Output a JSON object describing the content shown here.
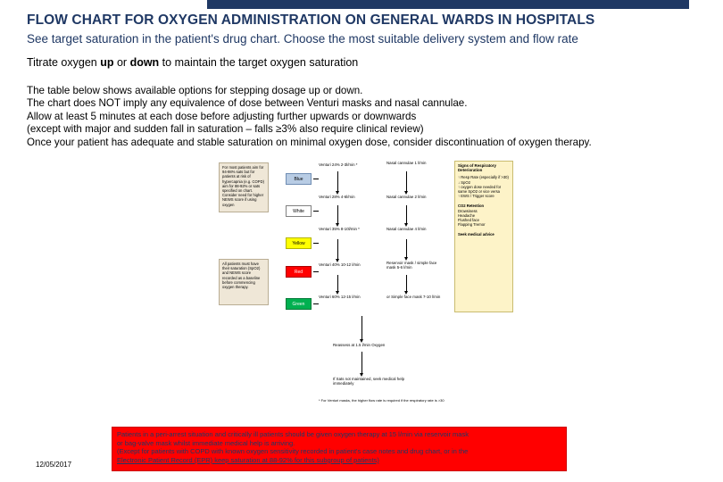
{
  "header": {
    "title": "FLOW CHART FOR OXYGEN ADMINISTRATION ON GENERAL WARDS IN HOSPITALS",
    "subtitle": "See target saturation in the patient's drug chart.  Choose the most suitable delivery system and flow rate"
  },
  "titrate": {
    "pre": "Titrate oxygen ",
    "up": "up",
    "mid": " or ",
    "down": "down",
    "post": " to maintain the target oxygen saturation"
  },
  "body": [
    "The table below shows available options for stepping dosage up or down.",
    "The chart does NOT imply any equivalence of dose between Venturi masks and nasal cannulae.",
    "Allow at least 5 minutes at each dose before adjusting further upwards or downwards",
    "(except with major and sudden fall in saturation – falls ≥3% also require clinical review)",
    "Once your patient has adequate and stable saturation on minimal oxygen dose, consider discontinuation of oxygen therapy."
  ],
  "chart": {
    "left_note": "For most patients aim for 94-98% sats but for patients at risk of hypercapnia (e.g. COPD) aim for 88-92% or sats specified on chart.  Consider need for higher NEWS score if using oxygen",
    "left_note2": "All patients must have their saturation (SpO2) and NEWS score recorded as a baseline before commencing oxygen therapy.",
    "steps": [
      {
        "label": "Blue",
        "type": "blue"
      },
      {
        "label": "White",
        "type": "white"
      },
      {
        "label": "Yellow",
        "type": "yellow"
      },
      {
        "label": "Red",
        "type": "red"
      },
      {
        "label": "Green",
        "type": "green"
      }
    ],
    "venturi": [
      "Venturi 24% 2-3l/min *",
      "Venturi 28% 4-6l/min",
      "Venturi 35% 8-10l/min *",
      "Venturi 40% 10-12 l/min",
      "Venturi 60% 12-15 l/min"
    ],
    "nasal": [
      "Nasal cannulae 1 l/min",
      "Nasal cannulae 2 l/min",
      "Nasal cannulae 4 l/min",
      "Reservoir mask / simple face mask 5-6 l/min",
      "or Simple face mask 7-10 l/min"
    ],
    "escalation_title": "Signs of Respiratory Deterioration",
    "escalation_items": [
      "↑ Resp Rate (especially if >30)",
      "↓ SpO2",
      "↑ oxygen dose needed for same SpO2 or vice versa",
      "↑ EWS / Trigger score"
    ],
    "co2_title": "CO2 Retention",
    "co2_items": [
      "Drowsiness",
      "Headache",
      "Flushed face",
      "Flapping Tremor"
    ],
    "seek": "Seek medical advice",
    "reassess": "Reassess at 1.5 l/min Oxygen",
    "ifsats": "If Sats not maintained, seek medical help immediately",
    "footnote": "* For Venturi masks, the higher flow rate is required if the respiratory rate is >30"
  },
  "warning": {
    "line1": "Patients in a peri-arrest situation and critically ill patients should be given oxygen therapy at 15 l/min via reservoir mask",
    "line2": "or bag-valve mask whilst immediate medical help is arriving.",
    "line3": "(Except for patients with COPD with known oxygen sensitivity recorded in patient's case notes and drug chart, or in the",
    "line4_u": "Electronic Patient Record (EPR) keep saturation at 88-92% for this subgroup of patients)"
  },
  "date": "12/05/2017"
}
